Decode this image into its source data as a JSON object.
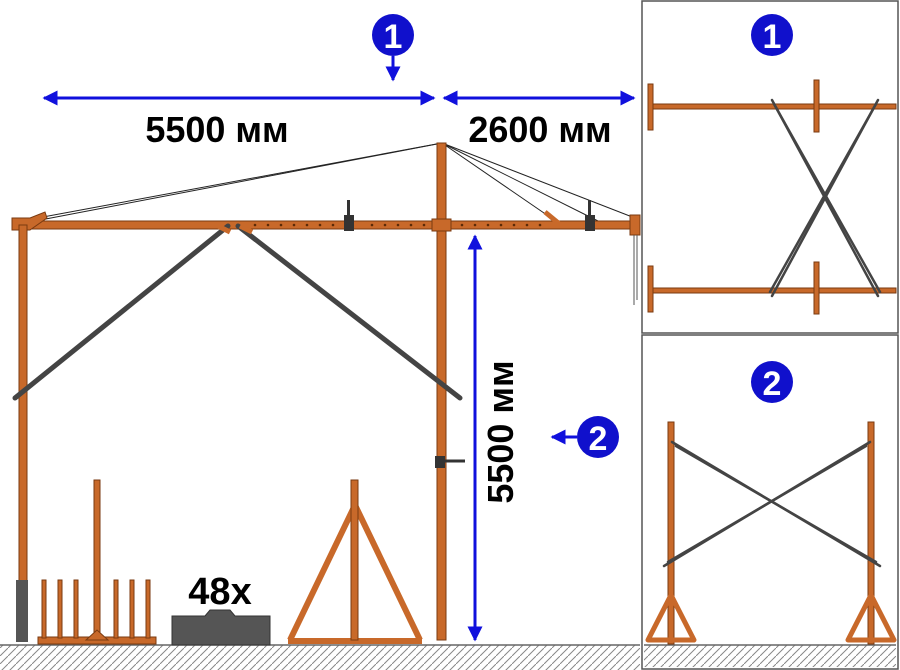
{
  "dimensions": {
    "jib_length": "5500 мм",
    "counter_jib_length": "2600 мм",
    "height": "5500 мм"
  },
  "ballast": {
    "count_label": "48x"
  },
  "callouts": {
    "one": "1",
    "two": "2"
  },
  "colors": {
    "steel": "#c8692a",
    "steel_dark": "#7a3a10",
    "brace": "#444444",
    "dimension": "#1010dd",
    "badge": "#1010cc",
    "ground_hatch": "#888888",
    "ballast": "#555555"
  }
}
